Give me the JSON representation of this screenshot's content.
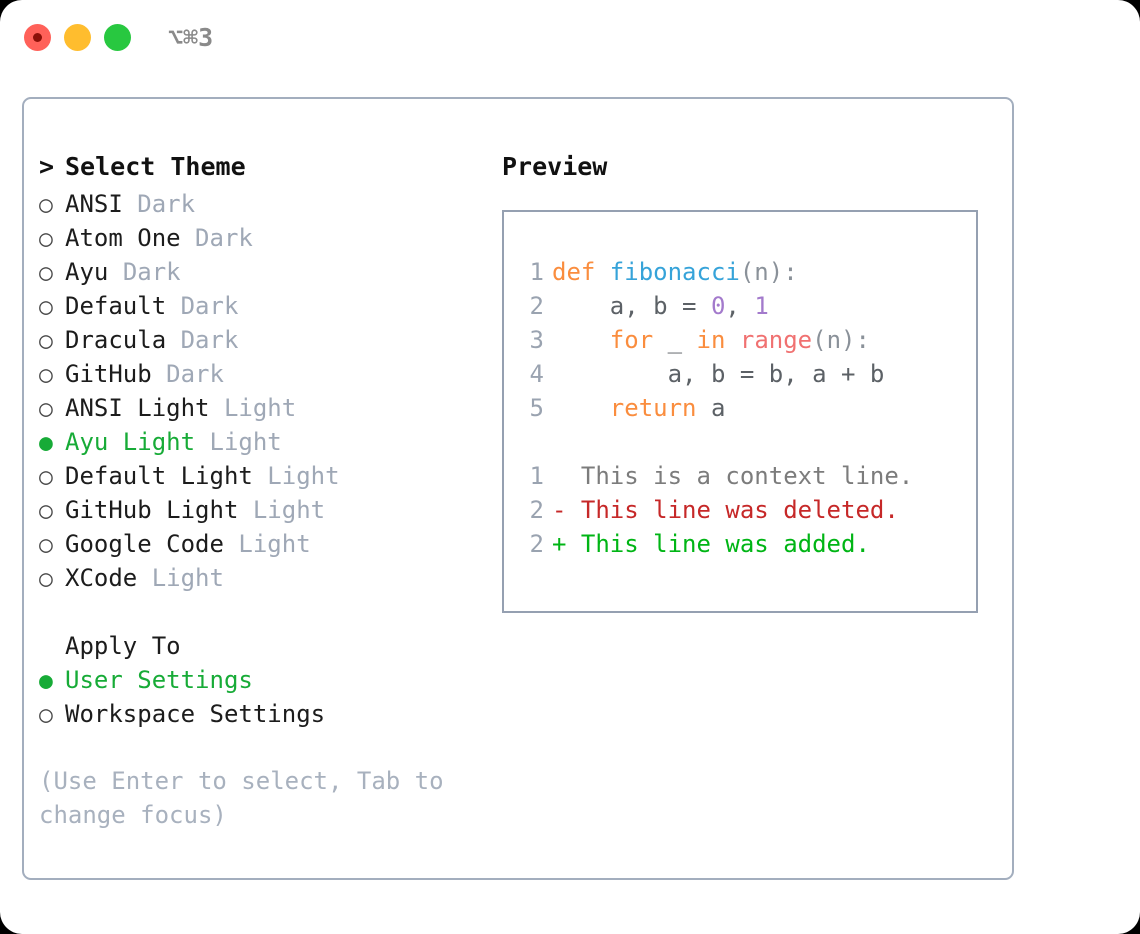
{
  "titlebar": {
    "shortcut": "⌥⌘3",
    "lights": [
      "close-light",
      "minimize-light",
      "maximize-light"
    ]
  },
  "left": {
    "header": {
      "caret": ">",
      "text": "Select Theme"
    },
    "themes": [
      {
        "bullet": "○",
        "name": "ANSI",
        "tag": "Dark",
        "selected": false
      },
      {
        "bullet": "○",
        "name": "Atom One",
        "tag": "Dark",
        "selected": false
      },
      {
        "bullet": "○",
        "name": "Ayu",
        "tag": "Dark",
        "selected": false
      },
      {
        "bullet": "○",
        "name": "Default",
        "tag": "Dark",
        "selected": false
      },
      {
        "bullet": "○",
        "name": "Dracula",
        "tag": "Dark",
        "selected": false
      },
      {
        "bullet": "○",
        "name": "GitHub",
        "tag": "Dark",
        "selected": false
      },
      {
        "bullet": "○",
        "name": "ANSI Light",
        "tag": "Light",
        "selected": false
      },
      {
        "bullet": "●",
        "name": "Ayu Light",
        "tag": "Light",
        "selected": true
      },
      {
        "bullet": "○",
        "name": "Default Light",
        "tag": "Light",
        "selected": false
      },
      {
        "bullet": "○",
        "name": "GitHub Light",
        "tag": "Light",
        "selected": false
      },
      {
        "bullet": "○",
        "name": "Google Code",
        "tag": "Light",
        "selected": false
      },
      {
        "bullet": "○",
        "name": "XCode",
        "tag": "Light",
        "selected": false
      }
    ],
    "apply_to": {
      "header": "Apply To",
      "options": [
        {
          "bullet": "●",
          "name": "User Settings",
          "selected": true
        },
        {
          "bullet": "○",
          "name": "Workspace Settings",
          "selected": false
        }
      ]
    },
    "hint": "(Use Enter to select, Tab to change focus)"
  },
  "right": {
    "title": "Preview",
    "code": {
      "lines": [
        {
          "n": "1",
          "tokens": [
            {
              "t": "def ",
              "c": "kw"
            },
            {
              "t": "fibonacci",
              "c": "fn"
            },
            {
              "t": "(n):",
              "c": "punct"
            }
          ]
        },
        {
          "n": "2",
          "tokens": [
            {
              "t": "    a, b = ",
              "c": "plain"
            },
            {
              "t": "0",
              "c": "num"
            },
            {
              "t": ", ",
              "c": "plain"
            },
            {
              "t": "1",
              "c": "num"
            }
          ]
        },
        {
          "n": "3",
          "tokens": [
            {
              "t": "    ",
              "c": "plain"
            },
            {
              "t": "for",
              "c": "kw"
            },
            {
              "t": " _ ",
              "c": "plain"
            },
            {
              "t": "in",
              "c": "kw"
            },
            {
              "t": " ",
              "c": "plain"
            },
            {
              "t": "range",
              "c": "builtin"
            },
            {
              "t": "(n):",
              "c": "punct"
            }
          ]
        },
        {
          "n": "4",
          "tokens": [
            {
              "t": "        a, b = b, a + b",
              "c": "plain"
            }
          ]
        },
        {
          "n": "5",
          "tokens": [
            {
              "t": "    ",
              "c": "plain"
            },
            {
              "t": "return",
              "c": "kw"
            },
            {
              "t": " a",
              "c": "plain"
            }
          ]
        }
      ]
    },
    "diff": {
      "lines": [
        {
          "n": "1",
          "marker": " ",
          "text": "This is a context line.",
          "kind": "ctx"
        },
        {
          "n": "2",
          "marker": "-",
          "text": "This line was deleted.",
          "kind": "del"
        },
        {
          "n": "2",
          "marker": "+",
          "text": "This line was added.",
          "kind": "add"
        }
      ]
    }
  },
  "colors": {
    "accent_green": "#17ab37",
    "muted": "#9fa8b6",
    "border": "#a3aebe",
    "hint": "#a8b1be",
    "kw": "#fa8d3e",
    "fn": "#36a3d9",
    "num": "#a37acc",
    "builtin": "#f07171",
    "diff_del": "#c62828",
    "diff_add": "#00b515"
  }
}
